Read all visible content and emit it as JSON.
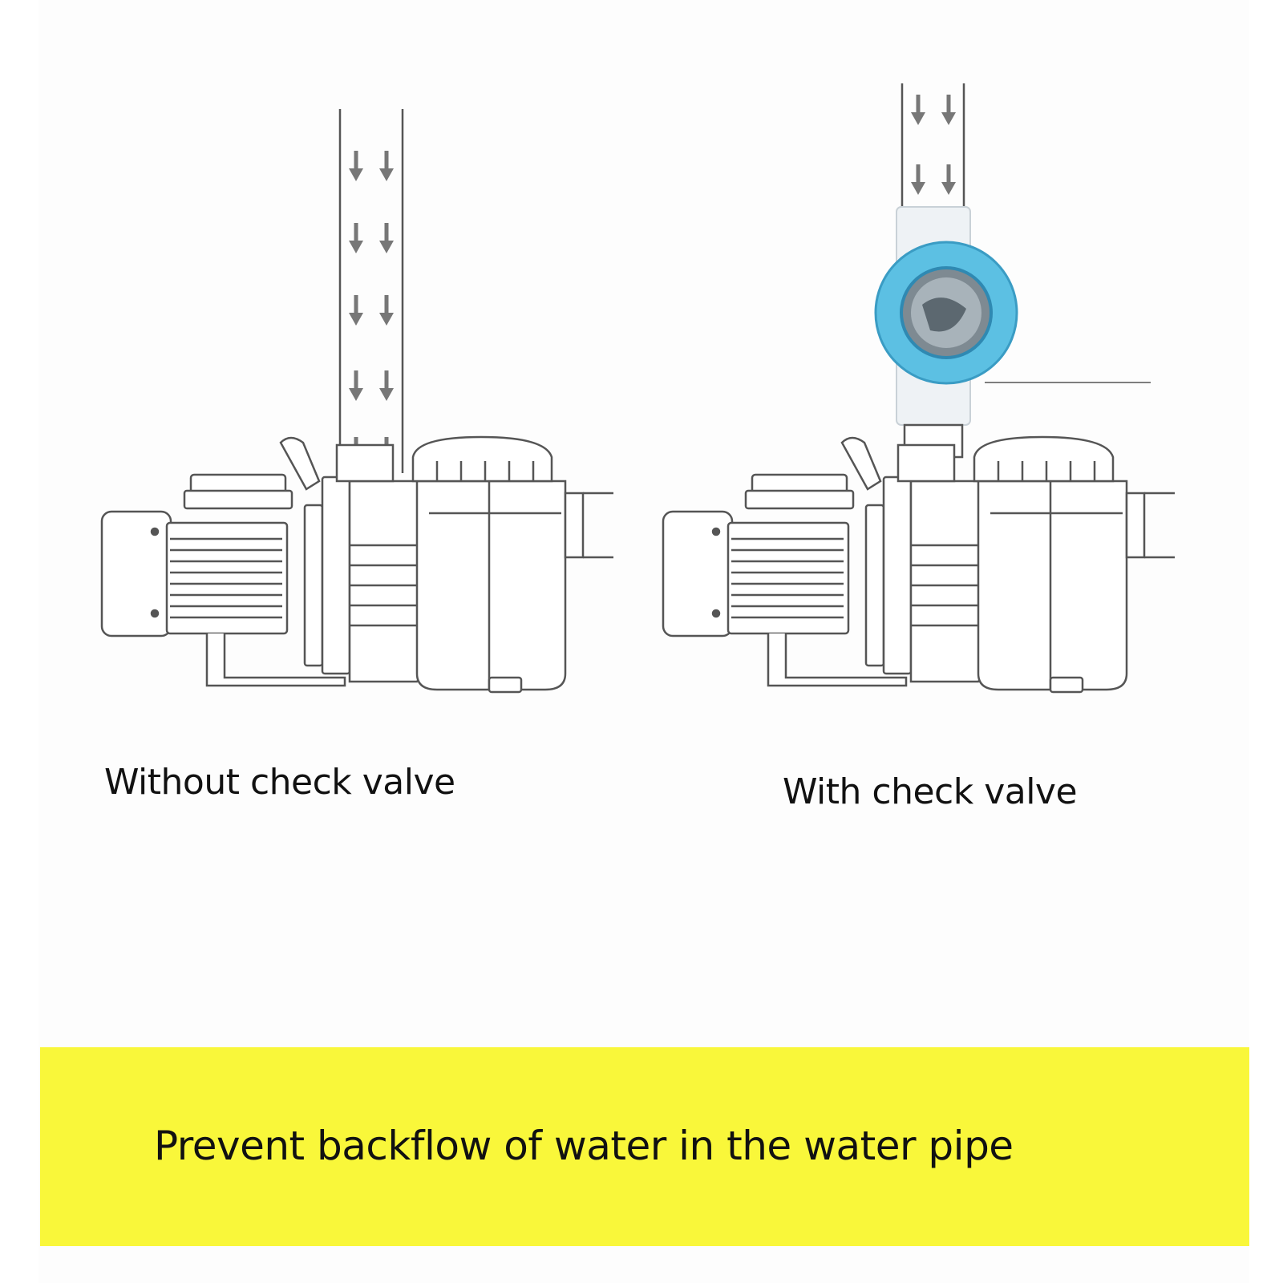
{
  "captions": {
    "without": "Without check valve",
    "with": "With check valve"
  },
  "banner": {
    "text": "Prevent backflow of water in the water pipe",
    "color": "#f9f73a"
  },
  "colors": {
    "line": "#555555",
    "arrow": "#777777",
    "valve_ring": "#5cc0e3",
    "valve_body": "#eef2f5"
  },
  "icons": [
    "flow-arrow-icon",
    "pump-icon",
    "check-valve-icon"
  ]
}
